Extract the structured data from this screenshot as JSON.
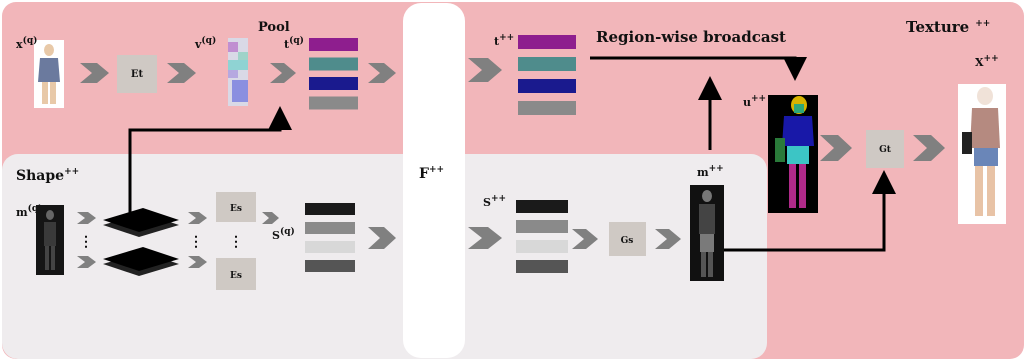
{
  "colors": {
    "pink": "#f2b6ba",
    "grey_panel": "#efecee",
    "divider": "#ffffff",
    "chevron": "#808080",
    "box": "#cfc9c4",
    "line": "#000000"
  },
  "labels": {
    "x_q": "x",
    "x_q_sup": "(q)",
    "v_q": "v",
    "v_q_sup": "(q)",
    "t_q": "t",
    "t_q_sup": "(q)",
    "pool": "Pool",
    "et": "Et",
    "shape": "Shape",
    "shape_sup": "++",
    "m_q": "m",
    "m_q_sup": "(q)",
    "es_top": "Es",
    "es_bottom": "Es",
    "s_q": "S",
    "s_q_sup": "(q)",
    "f": "F",
    "f_sup": "++",
    "t_pp": "t",
    "t_pp_sup": "++",
    "region_wise": "Region-wise broadcast",
    "s_pp": "S",
    "s_pp_sup": "++",
    "gs": "Gs",
    "m_pp": "m",
    "m_pp_sup": "++",
    "u_pp": "u",
    "u_pp_sup": "++",
    "gt": "Gt",
    "texture": "Texture",
    "texture_sup": "++",
    "x_pp": "X",
    "x_pp_sup": "++"
  },
  "texture_bars_q": [
    "#8e1e8e",
    "#4f8c8c",
    "#1a1a8e",
    "#8a8a8a"
  ],
  "texture_bars_pp": [
    "#8e1e8e",
    "#4f8c8c",
    "#1a1a8e",
    "#8a8a8a"
  ],
  "shape_bars_q": [
    "#1a1a1a",
    "#8a8a8a",
    "#d8d8d8",
    "#555555"
  ],
  "shape_bars_pp": [
    "#1a1a1a",
    "#8a8a8a",
    "#d8d8d8",
    "#555555"
  ]
}
